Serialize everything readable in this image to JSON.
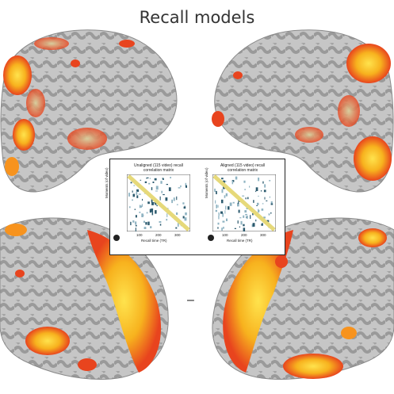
{
  "title": "Recall models",
  "panels": [
    {
      "id": "unaligned",
      "title_line1": "Unaligned (115 video) recall",
      "title_line2": "correlation matrix",
      "ylabel": "Moments (of video)",
      "xlabel": "Recall time (TR)",
      "xticks": [
        "100",
        "200",
        "300"
      ]
    },
    {
      "id": "aligned",
      "title_line1": "Aligned (115 video) recall",
      "title_line2": "correlation matrix",
      "ylabel": "Moments (of video)",
      "xlabel": "Recall time (TR)",
      "xticks": [
        "100",
        "200",
        "300"
      ]
    }
  ],
  "separator": "–",
  "colors": {
    "cortex_light": "#c9c9c9",
    "cortex_dark": "#8e8e8e",
    "activation_red": "#e8441e",
    "activation_orange": "#f7931e",
    "activation_yellow": "#ffe34d",
    "diagonal": "#e6d97a"
  }
}
